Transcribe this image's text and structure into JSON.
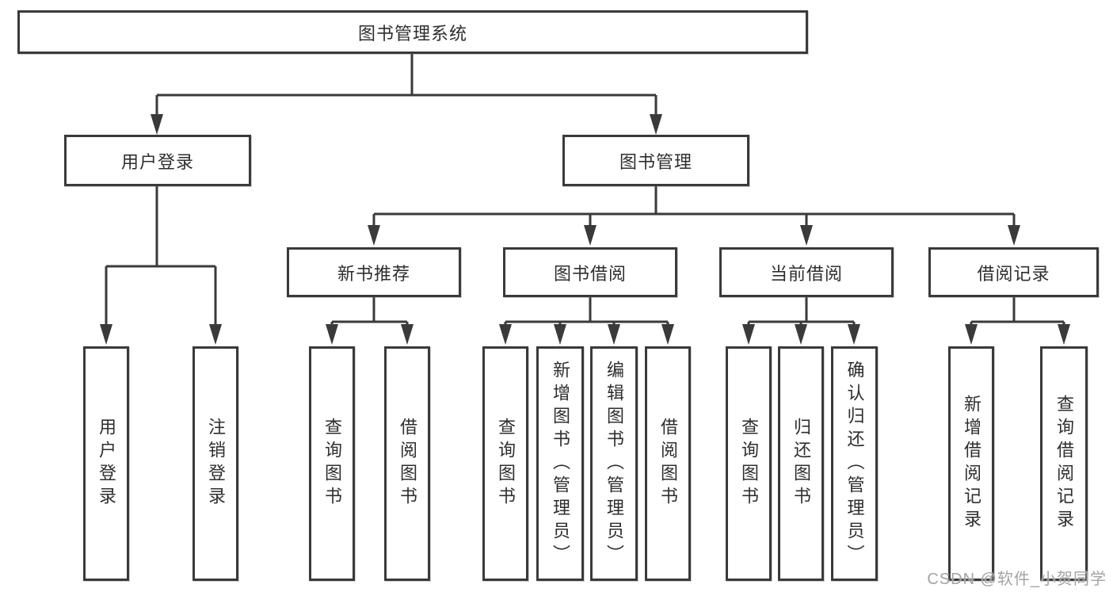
{
  "diagram": {
    "root": {
      "label": "图书管理系统"
    },
    "branches": [
      {
        "label": "用户登录",
        "children": [
          {
            "label": "用户登录"
          },
          {
            "label": "注销登录"
          }
        ]
      },
      {
        "label": "图书管理",
        "children": [
          {
            "label": "新书推荐",
            "children": [
              {
                "label": "查询图书"
              },
              {
                "label": "借阅图书"
              }
            ]
          },
          {
            "label": "图书借阅",
            "children": [
              {
                "label": "查询图书"
              },
              {
                "label": "新增图书（管理员）"
              },
              {
                "label": "编辑图书（管理员）"
              },
              {
                "label": "借阅图书"
              }
            ]
          },
          {
            "label": "当前借阅",
            "children": [
              {
                "label": "查询图书"
              },
              {
                "label": "归还图书"
              },
              {
                "label": "确认归还（管理员）"
              }
            ]
          },
          {
            "label": "借阅记录",
            "children": [
              {
                "label": "新增借阅记录"
              },
              {
                "label": "查询借阅记录"
              }
            ]
          }
        ]
      }
    ]
  },
  "watermark": {
    "text": "CSDN @软件_小贺同学"
  },
  "colors": {
    "line": "#3a3a3a",
    "text": "#2e2e2e",
    "background": "#ffffff",
    "watermark": "#a3a3a3"
  }
}
